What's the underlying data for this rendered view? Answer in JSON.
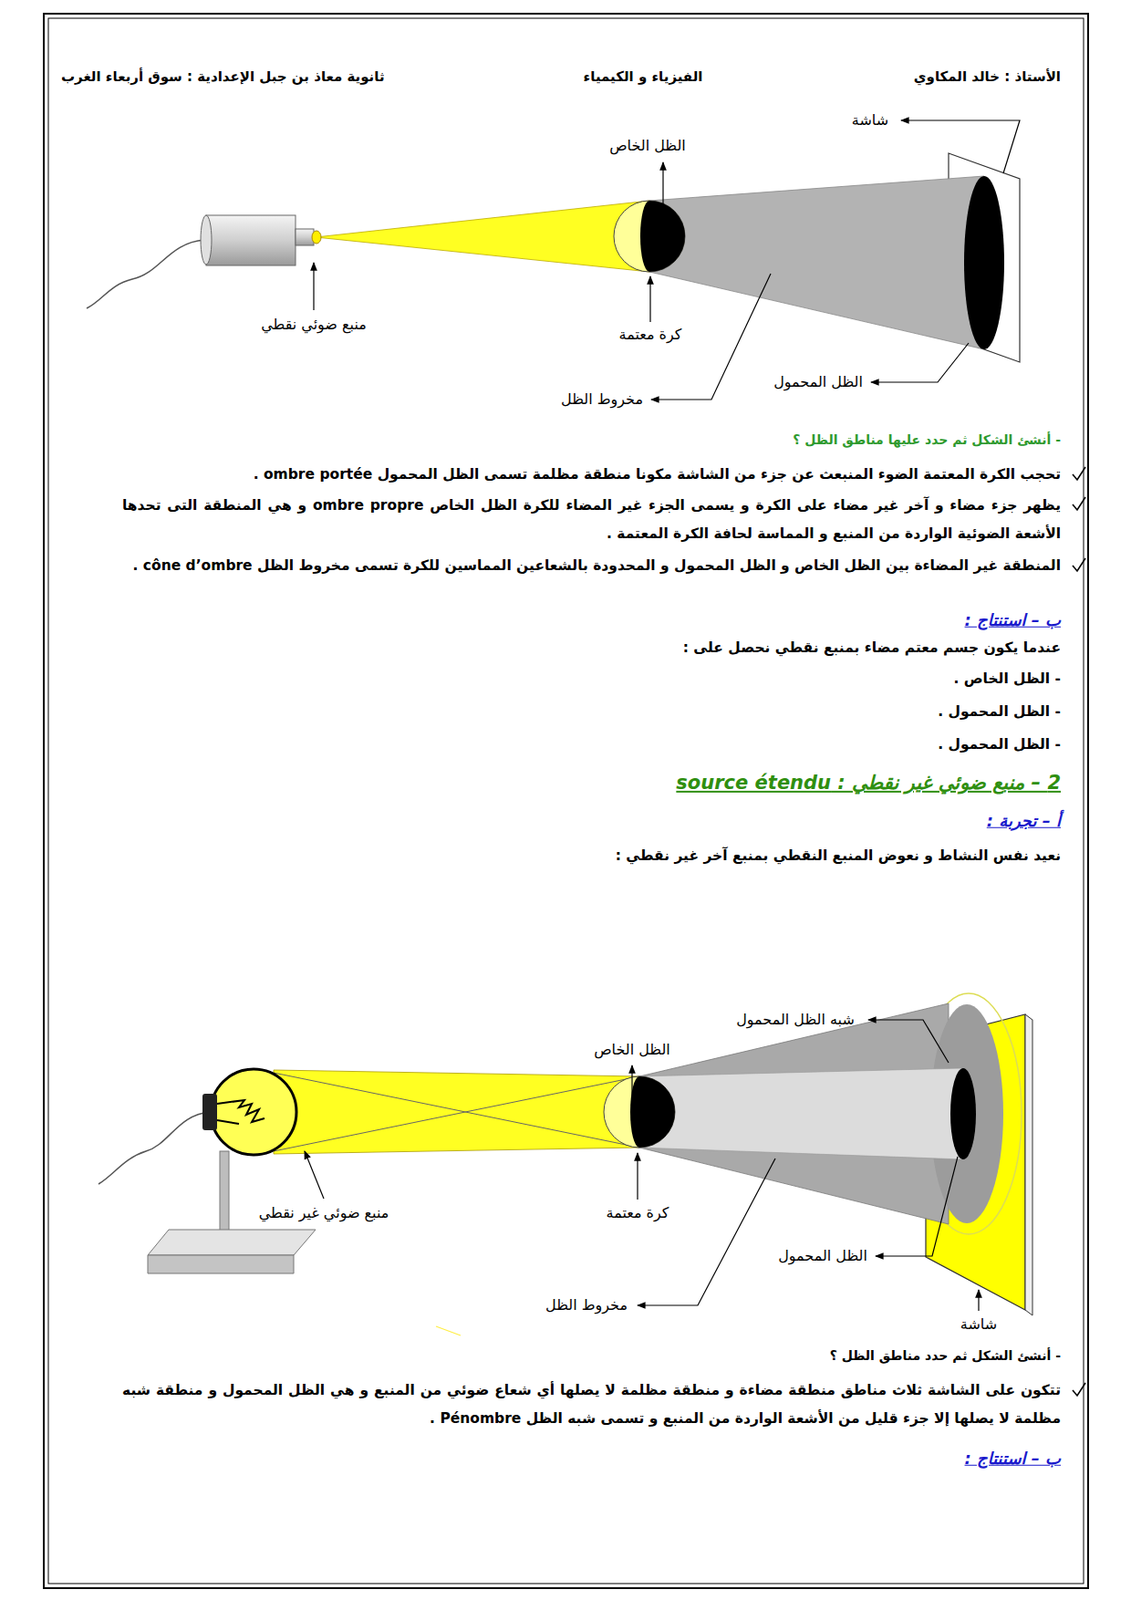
{
  "diagram": {
    "labels": [
      "الأستاذ : خالد المكاوي",
      "الفيزياء و الكيمياء",
      "ثانوية معاذ بن جبل الإعدادية : سوق أربعاء الغرب",
      "شاشة",
      "الظل الخاص",
      "منبع ضوئي نقطي",
      "كرة معتمة",
      "الظل المحمول",
      "مخروط الظل",
      "- أنشئ الشكل ثم حدد عليها مناطق الظل ؟",
      "تحجب الكرة المعتمة الضوء المنبعث عن جزء من الشاشة مكونا منطقة مظلمة تسمى الظل المحمول ombre portée .",
      "يظهر جزء مضاء و آخر غير مضاء على الكرة و يسمى الجزء غير المضاء للكرة الظل الخاص ombre propre و هي المنطقة التى تحدها الأشعة الضوئية الواردة من المنبع و المماسة لحافة الكرة المعتمة .",
      "المنطقة غير المضاءة بين الظل الخاص و الظل المحمول و المحدودة بالشعاعين المماسين للكرة تسمى مخروط الظل cône d’ombre .",
      "ب – استنتاج :",
      "عندما يكون جسم معتم مضاء بمنبع نقطي نحصل على :",
      "- الظل الخاص .",
      "- الظل المحمول .",
      "- الظل المحمول .",
      "2 – منبع ضوئي غير نقطي : source étendu",
      "أ – تجربة :",
      "نعيد نفس النشاط و نعوض المنبع النقطي بمنبع آخر غير نقطي :",
      "شبه الظل المحمول",
      "الظل الخاص",
      "منبع ضوئي غير نقطي",
      "كرة معتمة",
      "مخروط الظل",
      "الظل المحمول",
      "شاشة",
      "- أنشئ الشكل ثم حدد مناطق الظل ؟",
      "تتكون على الشاشة ثلاث مناطق منطقة مضاءة و منطقة مظلمة لا يصلها أي شعاع ضوئي من المنبع و هي الظل المحمول و منطقة شبه مظلمة لا يصلها إلا جزء قليل من الأشعة الواردة من المنبع و تسمى شبه الظل Pénombre .",
      "ب – استنتاج :"
    ]
  }
}
